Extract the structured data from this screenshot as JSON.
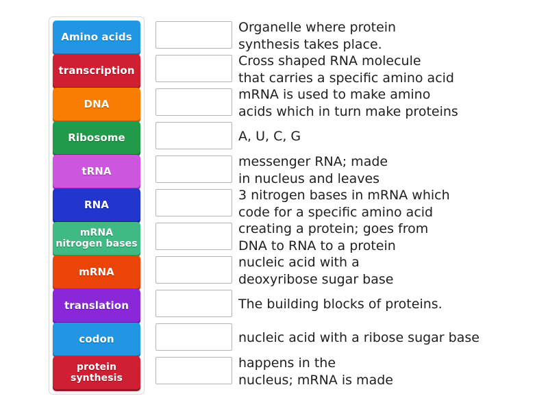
{
  "activity": {
    "type": "match-up",
    "tiles_panel_label": "word tiles",
    "answers_label": "answer slots"
  },
  "tiles": [
    {
      "label": "Amino acids",
      "color": "#2196e3",
      "shadow": "#1272b5",
      "lines": 1
    },
    {
      "label": "transcription",
      "color": "#cf1f33",
      "shadow": "#9c1426",
      "lines": 1
    },
    {
      "label": "DNA",
      "color": "#f87d00",
      "shadow": "#c35900",
      "lines": 1
    },
    {
      "label": "Ribosome",
      "color": "#219a4a",
      "shadow": "#15702f",
      "lines": 1
    },
    {
      "label": "tRNA",
      "color": "#cc56dd",
      "shadow": "#a32cb8",
      "lines": 1
    },
    {
      "label": "RNA",
      "color": "#2235cc",
      "shadow": "#14219c",
      "lines": 1
    },
    {
      "label": "mRNA\nnitrogen bases",
      "color": "#3fba84",
      "shadow": "#2a9163",
      "lines": 2
    },
    {
      "label": "mRNA",
      "color": "#ea4409",
      "shadow": "#b73206",
      "lines": 1
    },
    {
      "label": "translation",
      "color": "#8a27d9",
      "shadow": "#6717a8",
      "lines": 1
    },
    {
      "label": "codon",
      "color": "#2196e3",
      "shadow": "#1272b5",
      "lines": 1
    },
    {
      "label": "protein\nsynthesis",
      "color": "#cf1f33",
      "shadow": "#9c1426",
      "lines": 2
    }
  ],
  "definitions": [
    {
      "text": "Organelle where protein\nsynthesis takes place.",
      "lines": 2
    },
    {
      "text": "Cross shaped RNA molecule\nthat carries a specific amino acid",
      "lines": 2
    },
    {
      "text": "mRNA is used to make amino\nacids which in turn make proteins",
      "lines": 2
    },
    {
      "text": "A, U, C, G",
      "lines": 1
    },
    {
      "text": "messenger RNA; made\nin nucleus and leaves",
      "lines": 2
    },
    {
      "text": "3 nitrogen bases in mRNA which\ncode for a specific amino acid",
      "lines": 2
    },
    {
      "text": "creating a protein; goes from\nDNA to RNA to a protein",
      "lines": 2
    },
    {
      "text": "nucleic acid with a\ndeoxyribose sugar base",
      "lines": 2
    },
    {
      "text": "The building blocks of proteins.",
      "lines": 1
    },
    {
      "text": "nucleic acid with a ribose sugar base",
      "lines": 1
    },
    {
      "text": "happens in the\nnucleus; mRNA is made",
      "lines": 2
    }
  ],
  "slots": [
    {
      "value": ""
    },
    {
      "value": ""
    },
    {
      "value": ""
    },
    {
      "value": ""
    },
    {
      "value": ""
    },
    {
      "value": ""
    },
    {
      "value": ""
    },
    {
      "value": ""
    },
    {
      "value": ""
    },
    {
      "value": ""
    },
    {
      "value": ""
    }
  ],
  "colors": {
    "page_background": "#ffffff",
    "panel_border": "#d8d8d8",
    "slot_border": "#b4b4b4",
    "definition_text": "#202020",
    "tile_text": "#ffffff"
  }
}
